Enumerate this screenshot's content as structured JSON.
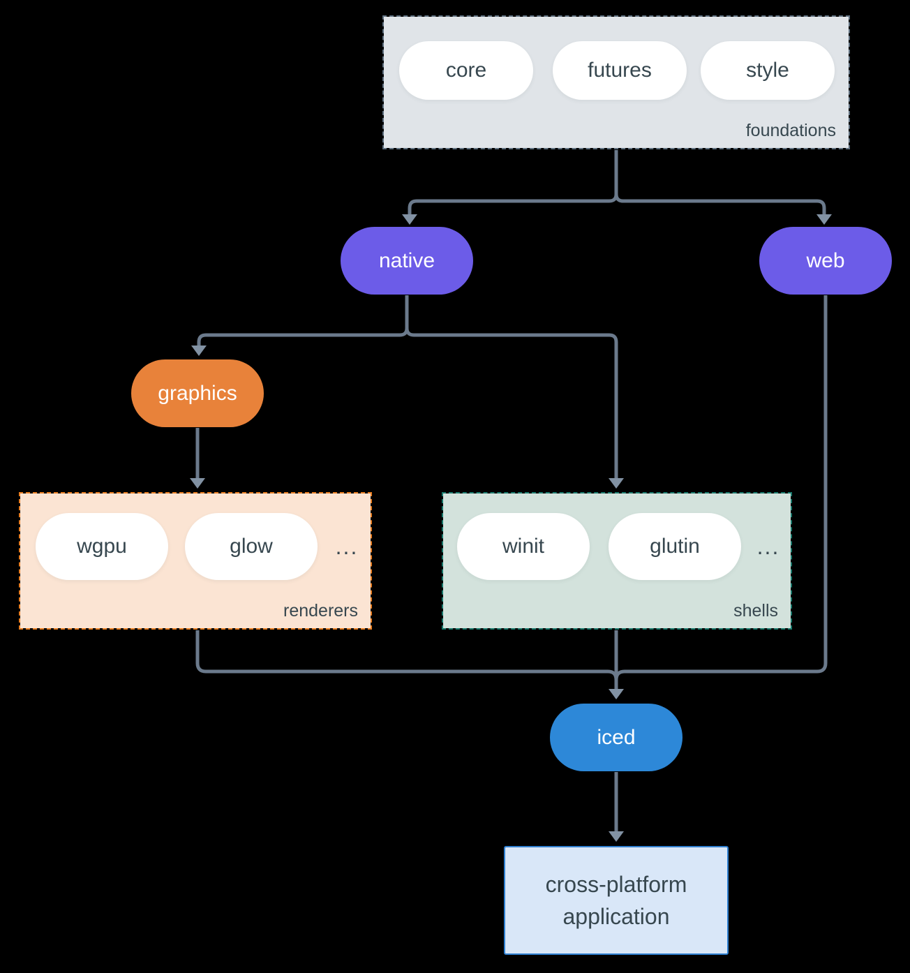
{
  "groups": {
    "foundations": {
      "label": "foundations",
      "pills": [
        "core",
        "futures",
        "style"
      ]
    },
    "renderers": {
      "label": "renderers",
      "pills": [
        "wgpu",
        "glow"
      ],
      "ellipsis": "..."
    },
    "shells": {
      "label": "shells",
      "pills": [
        "winit",
        "glutin"
      ],
      "ellipsis": "..."
    }
  },
  "nodes": {
    "native": "native",
    "web": "web",
    "graphics": "graphics",
    "iced": "iced",
    "application": "cross-platform application"
  },
  "colors": {
    "canvas_background": "#000000",
    "connector_line": "#6b7a8c",
    "arrowhead": "#8292a4",
    "purple_node": "#6c5ce8",
    "orange_node": "#e8823a",
    "blue_node": "#2d88d8",
    "foundations_fill": "#e0e4e8",
    "foundations_border": "#5f7080",
    "renderers_fill": "#fbe4d3",
    "renderers_border": "#e87e22",
    "shells_fill": "#d3e2dc",
    "shells_border": "#1a7a6d",
    "application_fill": "#d9e7f8",
    "application_border": "#2f7fd0",
    "dark_text": "#37474f",
    "light_text": "#ffffff"
  }
}
